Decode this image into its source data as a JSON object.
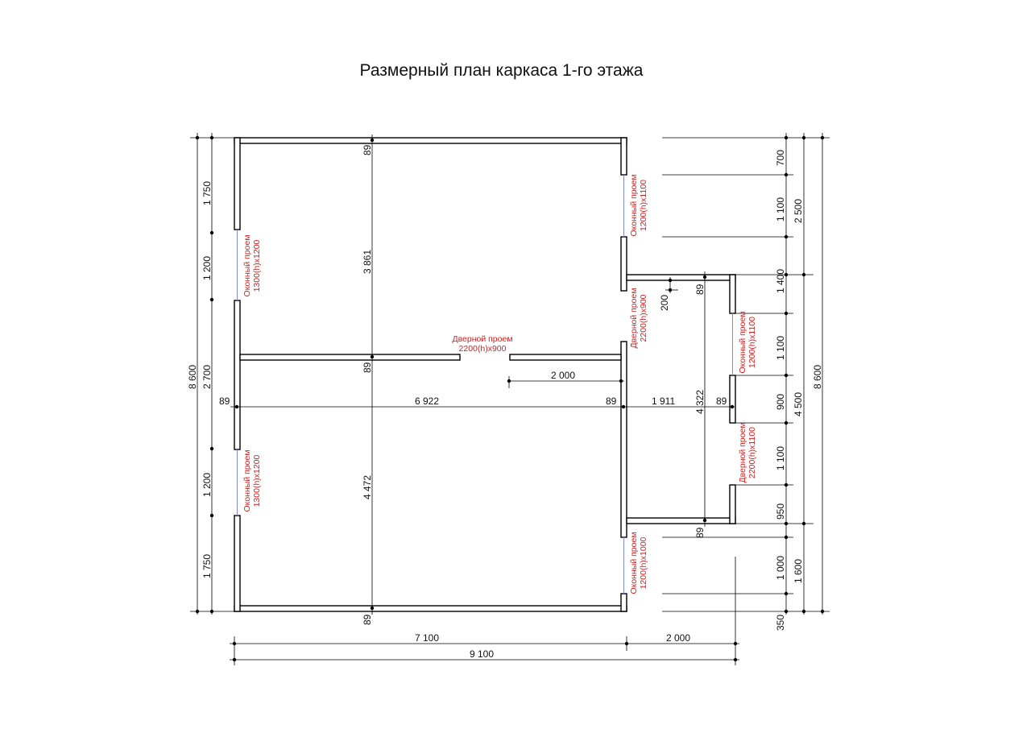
{
  "title": "Размерный план каркаса 1-го этажа",
  "colors": {
    "line": "#000000",
    "opening_label": "#d41e1e",
    "glass": "#7f86e8"
  },
  "dims": {
    "top_thk": "89",
    "bottom_thk": "89",
    "mid_thk": "89",
    "left_thk": "89",
    "inner_thk": "89",
    "right_thk": "89",
    "ext_top_thk": "89",
    "ext_bottom_thk": "89",
    "upper_room": "3 861",
    "lower_room": "4 472",
    "inner_width": "6 922",
    "ext_width": "1 911",
    "ext_depth": "4 322",
    "door_offset": "2 000",
    "small_200": "200",
    "left_segs": [
      "1 750",
      "1 200",
      "2 700",
      "1 200",
      "1 750"
    ],
    "left_total": "8 600",
    "right_segs": [
      "700",
      "1 100",
      "1 400",
      "1 100",
      "900",
      "1 100",
      "950",
      "1 000",
      "350"
    ],
    "right_groups": [
      "2 500",
      "4 500",
      "1 600"
    ],
    "right_total": "8 600",
    "bottom_main": "7 100",
    "bottom_ext": "2 000",
    "bottom_total": "9 100"
  },
  "openings": {
    "left_window_upper": [
      "Оконный проем",
      "1300(h)x1200"
    ],
    "left_window_lower": [
      "Оконный проем",
      "1300(h)x1200"
    ],
    "right_window_upper": [
      "Оконный проем",
      "1200(h)x1100"
    ],
    "door_inner_wall": [
      "Дверной проем",
      "2200(h)x900"
    ],
    "door_partition": [
      "Дверной проем",
      "2200(h)x900"
    ],
    "window_ext": [
      "Оконный проем",
      "1200(h)x1100"
    ],
    "door_ext": [
      "Дверной проем",
      "2200(h)x1100"
    ],
    "right_window_lower": [
      "Оконный проем",
      "1200(h)x1000"
    ]
  }
}
